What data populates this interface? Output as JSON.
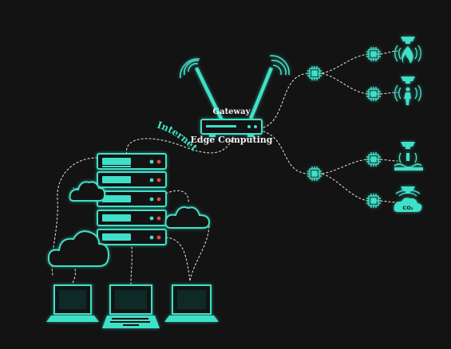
{
  "labels": {
    "gateway": "Gateway",
    "edge_computing": "Edge Computing",
    "internet": "Internet",
    "co2": "CO₂"
  },
  "colors": {
    "background": "#131313",
    "accent": "#3fe0c8",
    "accent_dark": "#0e5a52",
    "led": "#e04848",
    "text": "#f2f2f2",
    "line": "#d8d8d8"
  },
  "icons": [
    "router-icon",
    "server-rack-icon",
    "cloud-icon",
    "laptop-icon",
    "chip-icon",
    "fire-sensor-icon",
    "person-sensor-icon",
    "water-level-sensor-icon",
    "co2-sensor-icon"
  ]
}
